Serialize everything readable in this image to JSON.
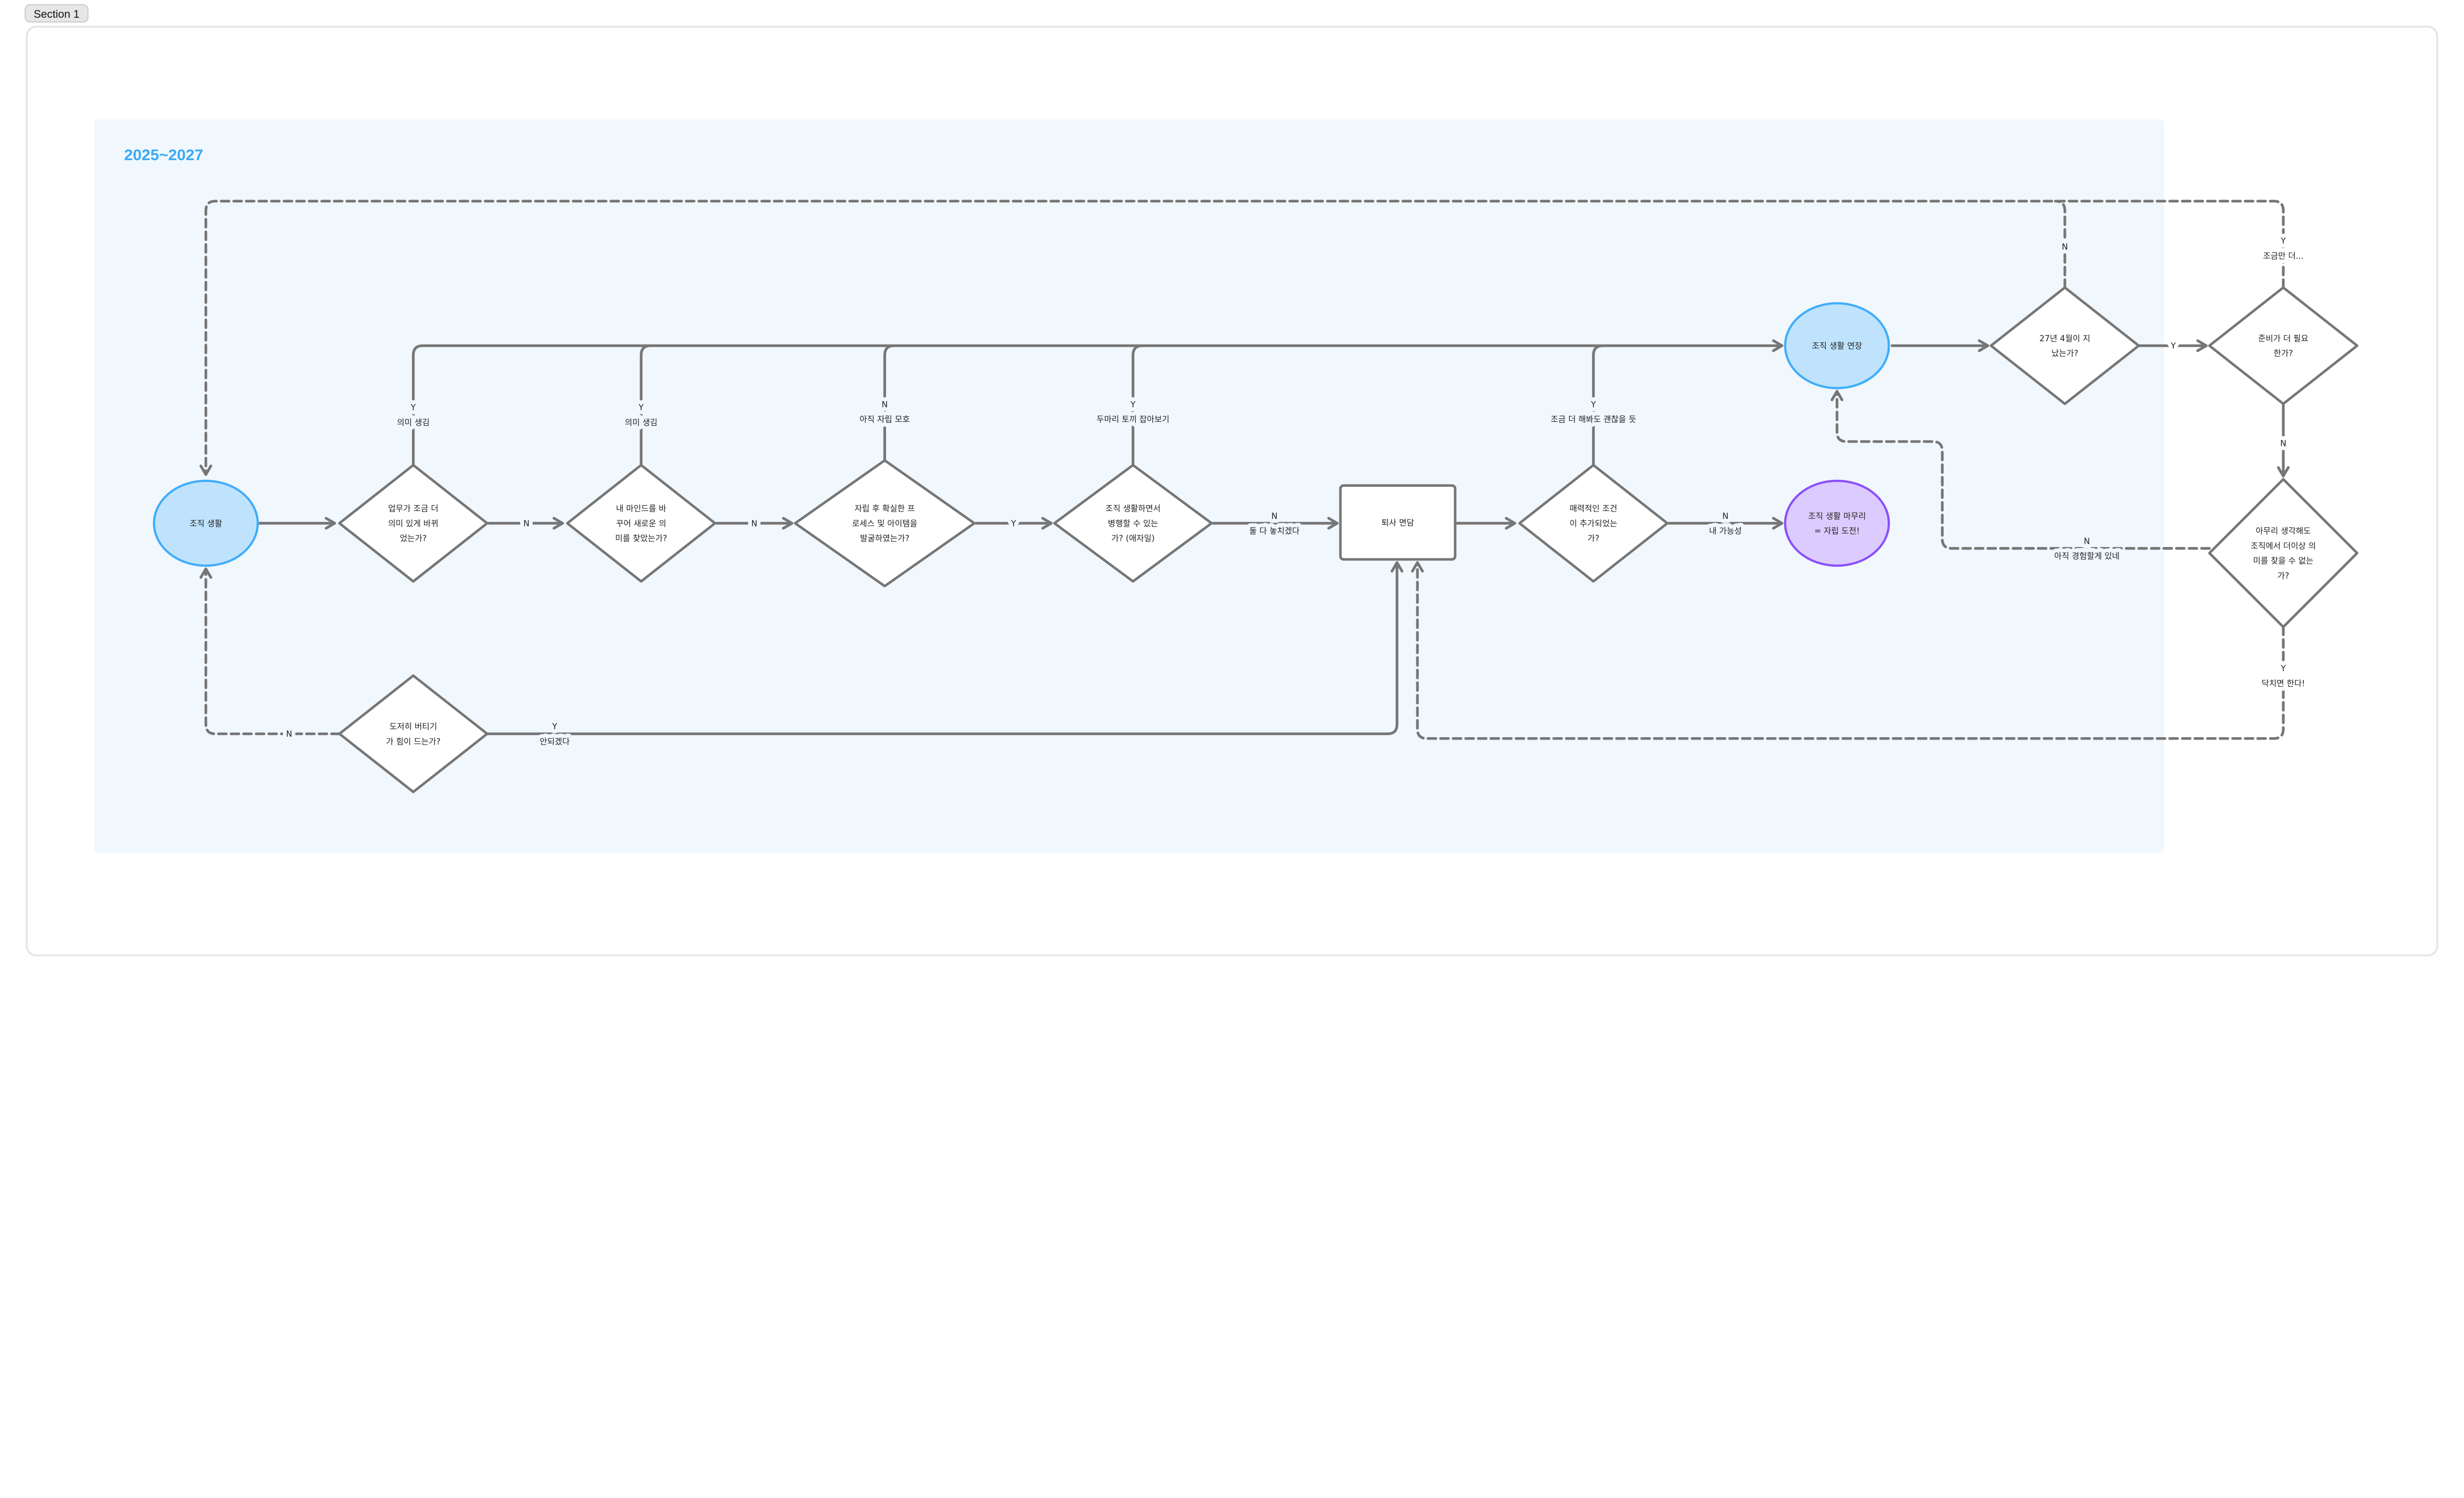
{
  "section_tag": "Section 1",
  "group": {
    "title": "2025~2027"
  },
  "colors": {
    "group_bg": "#f0f7fd",
    "group_title": "#3aa9f5",
    "terminal_blue_fill": "#bfe3fd",
    "terminal_blue_stroke": "#40adfa",
    "terminal_purple_fill": "#dccbfe",
    "terminal_purple_stroke": "#8a4ffc",
    "line": "#767676"
  },
  "nodes": {
    "start": {
      "shape": "ellipse",
      "lines": [
        "조직 생활"
      ]
    },
    "d1": {
      "shape": "diamond",
      "lines": [
        "업무가 조금 더",
        "의미 있게 바뀌",
        "었는가?"
      ]
    },
    "d2": {
      "shape": "diamond",
      "lines": [
        "내 마인드를 바",
        "꾸어 새로운 의",
        "미를 찾았는가?"
      ]
    },
    "d3": {
      "shape": "diamond",
      "lines": [
        "자립 후 확실한 프",
        "로세스 및 아이템을",
        "발굴하였는가?"
      ]
    },
    "d4": {
      "shape": "diamond",
      "lines": [
        "조직 생활하면서",
        "병행할 수 있는",
        "가? (애자일)"
      ]
    },
    "resign": {
      "shape": "rectangle",
      "lines": [
        "퇴사 면담"
      ]
    },
    "d5": {
      "shape": "diamond",
      "lines": [
        "매력적인 조건",
        "이 추가되었는",
        "가?"
      ]
    },
    "finish": {
      "shape": "ellipse",
      "lines": [
        "조직 생활 마무리",
        "= 자립 도전!"
      ]
    },
    "extend": {
      "shape": "ellipse",
      "lines": [
        "조직 생활 연장"
      ]
    },
    "d6": {
      "shape": "diamond",
      "lines": [
        "27년 4월이 지",
        "났는가?"
      ]
    },
    "d7": {
      "shape": "diamond",
      "lines": [
        "준비가 더 필요",
        "한가?"
      ]
    },
    "d8": {
      "shape": "diamond",
      "lines": [
        "아무리 생각해도",
        "조직에서 더이상 의",
        "미를 찾을 수 없는",
        "가?"
      ]
    },
    "d9": {
      "shape": "diamond",
      "lines": [
        "도저히 버티기",
        "가 힘이 드는가?"
      ]
    }
  },
  "edge_labels": {
    "d1_d2": [
      "N"
    ],
    "d2_d3": [
      "N"
    ],
    "d3_d4": [
      "Y"
    ],
    "d4_resign": [
      "N",
      "둘 다 놓치겠다"
    ],
    "d5_finish": [
      "N",
      "내 가능성"
    ],
    "d1_extend": [
      "Y",
      "의미 생김"
    ],
    "d2_extend": [
      "Y",
      "의미 생김"
    ],
    "d3_extend": [
      "N",
      "아직 자립 모호"
    ],
    "d4_extend": [
      "Y",
      "두마리 토끼 잡아보기"
    ],
    "d5_extend": [
      "Y",
      "조금 더 해봐도 괜찮을 듯"
    ],
    "d6_d7": [
      "Y"
    ],
    "d6_start": [
      "N"
    ],
    "d7_start": [
      "Y",
      "조금만 더..."
    ],
    "d7_d8": [
      "N"
    ],
    "d8_extend": [
      "N",
      "아직 경험할게 있네"
    ],
    "d8_resign": [
      "Y",
      "닥치면 한다!"
    ],
    "d9_start": [
      "N"
    ],
    "d9_resign": [
      "Y",
      "안되겠다"
    ]
  }
}
